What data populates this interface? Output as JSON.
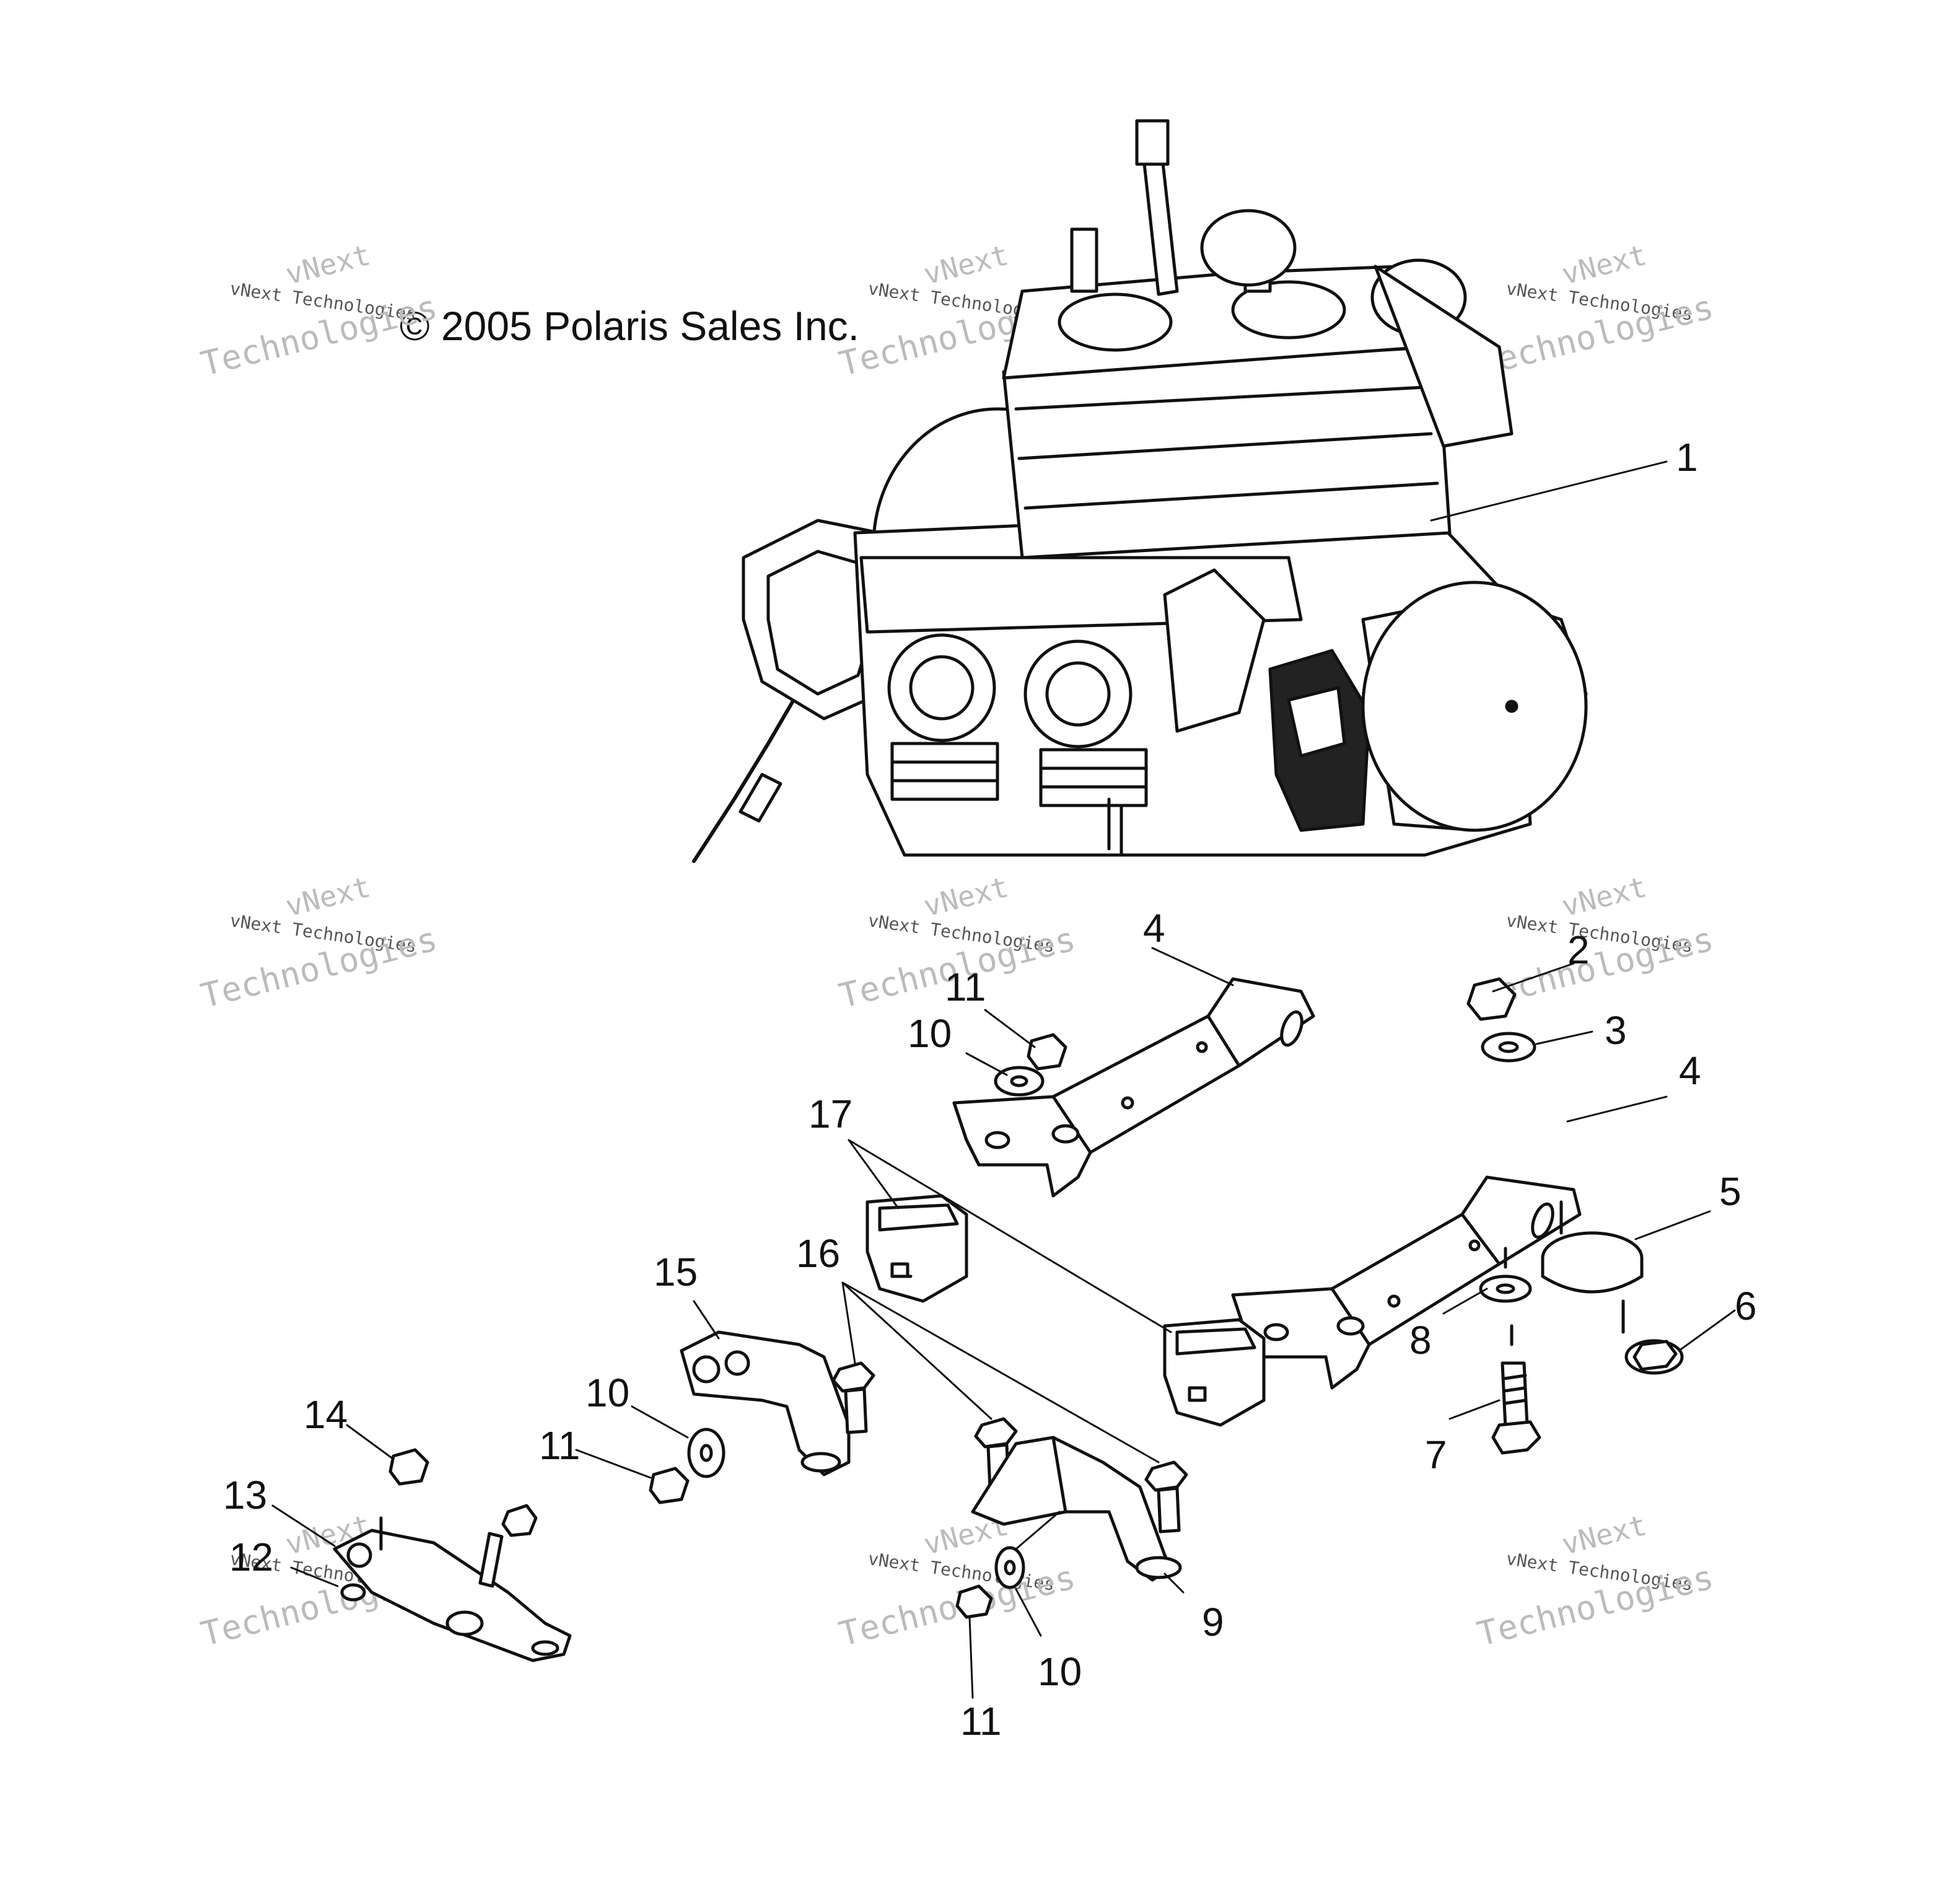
{
  "copyright": "© 2005 Polaris Sales Inc.",
  "watermark": {
    "line_small": "vNext Technologies",
    "line_top": "vNext",
    "line_big": "Technologies"
  },
  "callouts": [
    {
      "number": "1"
    },
    {
      "number": "2"
    },
    {
      "number": "3"
    },
    {
      "number": "4"
    },
    {
      "number": "4"
    },
    {
      "number": "5"
    },
    {
      "number": "6"
    },
    {
      "number": "7"
    },
    {
      "number": "8"
    },
    {
      "number": "9"
    },
    {
      "number": "10"
    },
    {
      "number": "10"
    },
    {
      "number": "10"
    },
    {
      "number": "11"
    },
    {
      "number": "11"
    },
    {
      "number": "11"
    },
    {
      "number": "12"
    },
    {
      "number": "13"
    },
    {
      "number": "14"
    },
    {
      "number": "15"
    },
    {
      "number": "16"
    },
    {
      "number": "17"
    }
  ],
  "colors": {
    "line": "#111111",
    "fill": "#ffffff",
    "watermark": "#bbbbbb",
    "dark_part": "#222222"
  }
}
